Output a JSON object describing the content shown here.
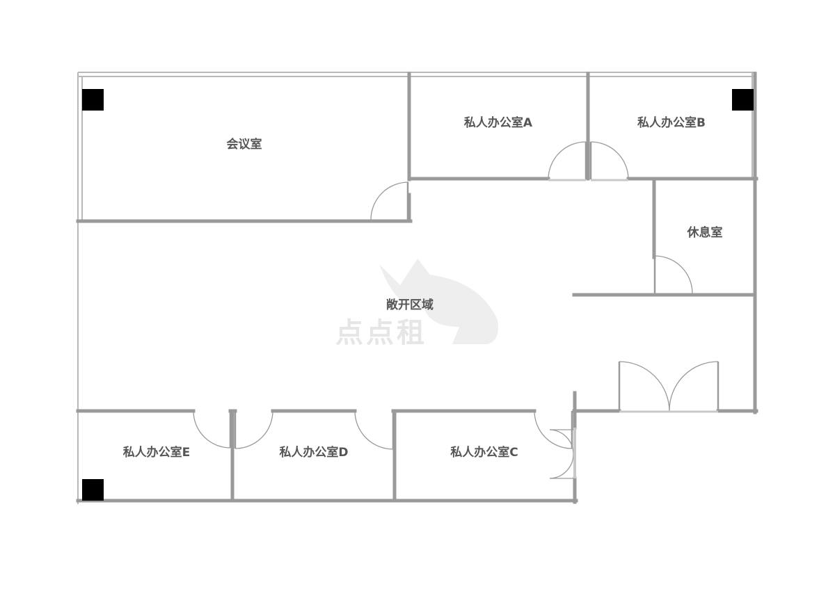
{
  "rooms": {
    "meeting_room": "会议室",
    "office_a": "私人办公室A",
    "office_b": "私人办公室B",
    "lounge": "休息室",
    "open_area": "敞开区域",
    "office_e": "私人办公室E",
    "office_d": "私人办公室D",
    "office_c": "私人办公室C"
  },
  "watermark": {
    "text": "点点租",
    "icon": "fox-head-icon"
  },
  "colors": {
    "wall": "#9a9a9a",
    "window": "#b8b8b8",
    "door_arc": "#9a9a9a",
    "column": "#000000",
    "label": "#555555",
    "watermark": "#e8e8e8"
  }
}
